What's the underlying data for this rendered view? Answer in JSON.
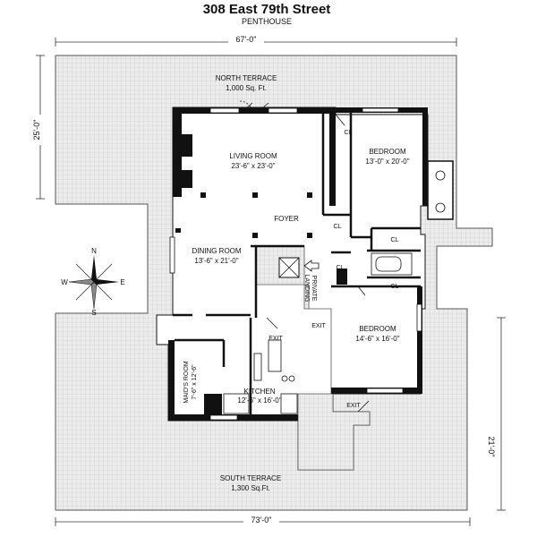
{
  "header": {
    "title": "308 East 79th Street",
    "subtitle": "PENTHOUSE"
  },
  "dimensions": {
    "top_width": "67'-0\"",
    "bottom_width": "73'-0\"",
    "left_height": "25'-0\"",
    "right_height": "21'-0\""
  },
  "terraces": {
    "north_name": "NORTH TERRACE",
    "north_area": "1,000 Sq. Ft.",
    "south_name": "SOUTH TERRACE",
    "south_area": "1,300 Sq.Ft."
  },
  "rooms": {
    "living_name": "LIVING ROOM",
    "living_size": "23'-6\" x 23'-0\"",
    "dining_name": "DINING ROOM",
    "dining_size": "13'-6\" x 21'-0\"",
    "foyer": "FOYER",
    "bedroom1_name": "BEDROOM",
    "bedroom1_size": "13'-0\" x 20'-0\"",
    "bedroom2_name": "BEDROOM",
    "bedroom2_size": "14'-6\" x 16'-0\"",
    "kitchen_name": "KITCHEN",
    "kitchen_size": "12'-6\" x 16'-0\"",
    "maids_name": "MAID'S ROOM",
    "maids_size": "7'-6\" x 12'-6\"",
    "private_landing_1": "PRIVATE",
    "private_landing_2": "LANDING"
  },
  "labels": {
    "closet": "CL",
    "exit": "EXIT"
  },
  "compass": {
    "north": "N",
    "south": "S",
    "east": "E",
    "west": "W"
  }
}
